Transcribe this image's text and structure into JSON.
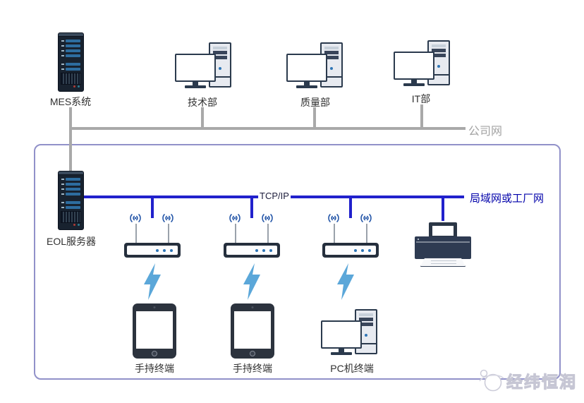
{
  "colors": {
    "connector_gray": "#a9a9a9",
    "company_label_gray": "#a3a3a3",
    "lan_line_blue": "#2121cc",
    "lan_label_blue": "#0000aa",
    "box_border_purple": "#9191c9",
    "device_dark_navy": "#252f3d",
    "bolt_light_blue": "#5ba7d9",
    "wifi_blue": "#2456a8"
  },
  "company_network": {
    "label": "公司网",
    "nodes": [
      {
        "id": "mes",
        "type": "server",
        "label": "MES系统"
      },
      {
        "id": "tech",
        "type": "desktop",
        "label": "技术部"
      },
      {
        "id": "quality",
        "type": "desktop",
        "label": "质量部"
      },
      {
        "id": "it",
        "type": "desktop",
        "label": "IT部"
      }
    ]
  },
  "factory_network": {
    "server": {
      "label": "EOL服务器"
    },
    "backbone_label": "TCP/IP",
    "lan_label": "局域网或工厂网",
    "access_point_count": 3,
    "terminals": [
      {
        "type": "tablet",
        "label": "手持终端"
      },
      {
        "type": "tablet",
        "label": "手持终端"
      },
      {
        "type": "desktop",
        "label": "PC机终端"
      }
    ]
  },
  "watermark": {
    "text": "经纬恒润"
  }
}
